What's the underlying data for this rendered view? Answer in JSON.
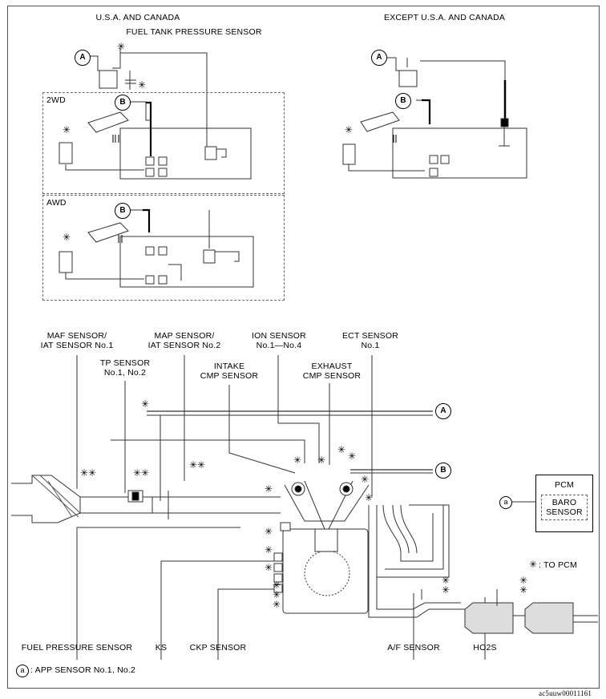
{
  "top_left": {
    "region": "U.S.A. AND CANADA",
    "sensor": "FUEL TANK PRESSURE SENSOR",
    "variant_2wd": "2WD",
    "variant_awd": "AWD"
  },
  "top_right": {
    "region": "EXCEPT U.S.A. AND CANADA"
  },
  "connectors": {
    "a": "A",
    "b": "B",
    "small_a": "a"
  },
  "asterisk": "✳",
  "labels": {
    "maf": "MAF SENSOR/\nIAT SENSOR No.1",
    "tp": "TP SENSOR\nNo.1, No.2",
    "map": "MAP SENSOR/\nIAT SENSOR No.2",
    "intake_cmp": "INTAKE\nCMP SENSOR",
    "ion": "ION SENSOR\nNo.1—No.4",
    "exhaust_cmp": "EXHAUST\nCMP SENSOR",
    "ect": "ECT SENSOR\nNo.1",
    "fuel_pressure": "FUEL PRESSURE SENSOR",
    "ks": "KS",
    "ckp": "CKP SENSOR",
    "af": "A/F SENSOR",
    "ho2s": "HO2S"
  },
  "pcm": {
    "title": "PCM",
    "baro": "BARO\nSENSOR"
  },
  "legend": {
    "to_pcm": ": TO PCM",
    "app": ": APP SENSOR No.1, No.2"
  },
  "figure_code": "ac5uuw00011161"
}
